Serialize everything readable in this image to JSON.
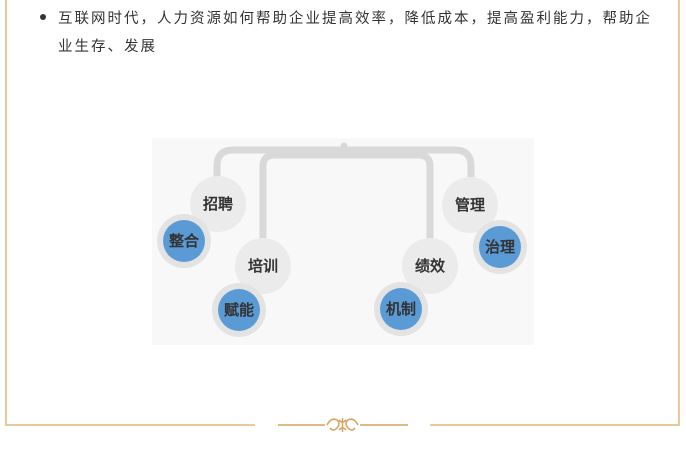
{
  "bullet_text": "互联网时代，人力资源如何帮助企业提高效率，降低成本，提高盈利能力，帮助企业生存、发展",
  "diagram": {
    "nodes": {
      "recruit": "招聘",
      "integrate": "整合",
      "train": "培训",
      "empower": "赋能",
      "performance": "绩效",
      "mechanism": "机制",
      "manage": "管理",
      "govern": "治理"
    }
  },
  "colors": {
    "frame": "#e9c99b",
    "connector": "#d9d9d9",
    "gray_circle": "#ebebeb",
    "blue_circle": "#5b9bd5",
    "text": "#333333",
    "ornament": "#d4a35a"
  },
  "icons": {
    "bullet": "bullet-dot",
    "footer": "ornament-divider-icon"
  }
}
